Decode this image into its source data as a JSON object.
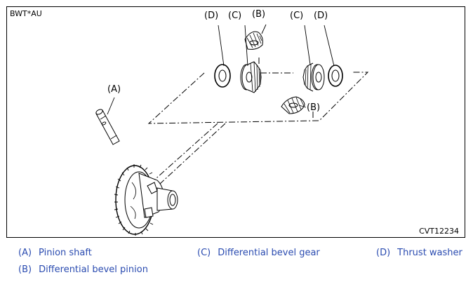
{
  "figure": {
    "doc_code": "BWT*AU",
    "figure_code": "CVT12234",
    "callouts": {
      "d_left": "(D)",
      "c_left": "(C)",
      "b_top": "(B)",
      "c_right": "(C)",
      "d_right": "(D)",
      "a": "(A)",
      "b_bottom": "(B)"
    }
  },
  "legend": [
    {
      "key": "(A)",
      "text": "Pinion shaft"
    },
    {
      "key": "(C)",
      "text": "Differential bevel gear"
    },
    {
      "key": "(D)",
      "text": "Thrust washer"
    },
    {
      "key": "(B)",
      "text": "Differential bevel pinion"
    }
  ],
  "colors": {
    "legend_text": "#2a4bb0",
    "line": "#000000"
  }
}
